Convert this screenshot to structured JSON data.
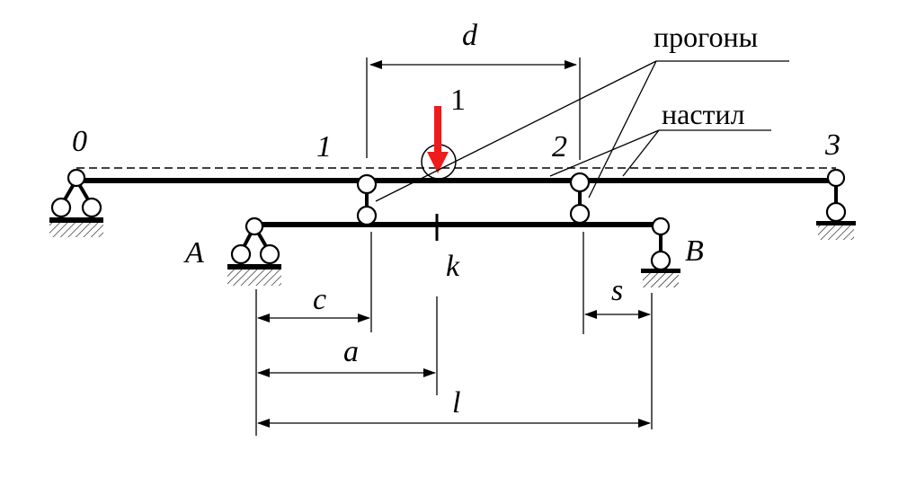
{
  "labels": {
    "support_0": "0",
    "support_1": "1",
    "support_2": "2",
    "support_3": "3",
    "load_number": "1",
    "support_A": "A",
    "support_B": "B",
    "point_k": "k",
    "dim_d": "d",
    "dim_c": "c",
    "dim_a": "a",
    "dim_s": "s",
    "dim_l": "l"
  },
  "callouts": {
    "purlins": "прогоны",
    "decking": "настил"
  },
  "colors": {
    "load_arrow": "#ee1c1c",
    "lines": "#000000",
    "background": "#ffffff"
  }
}
